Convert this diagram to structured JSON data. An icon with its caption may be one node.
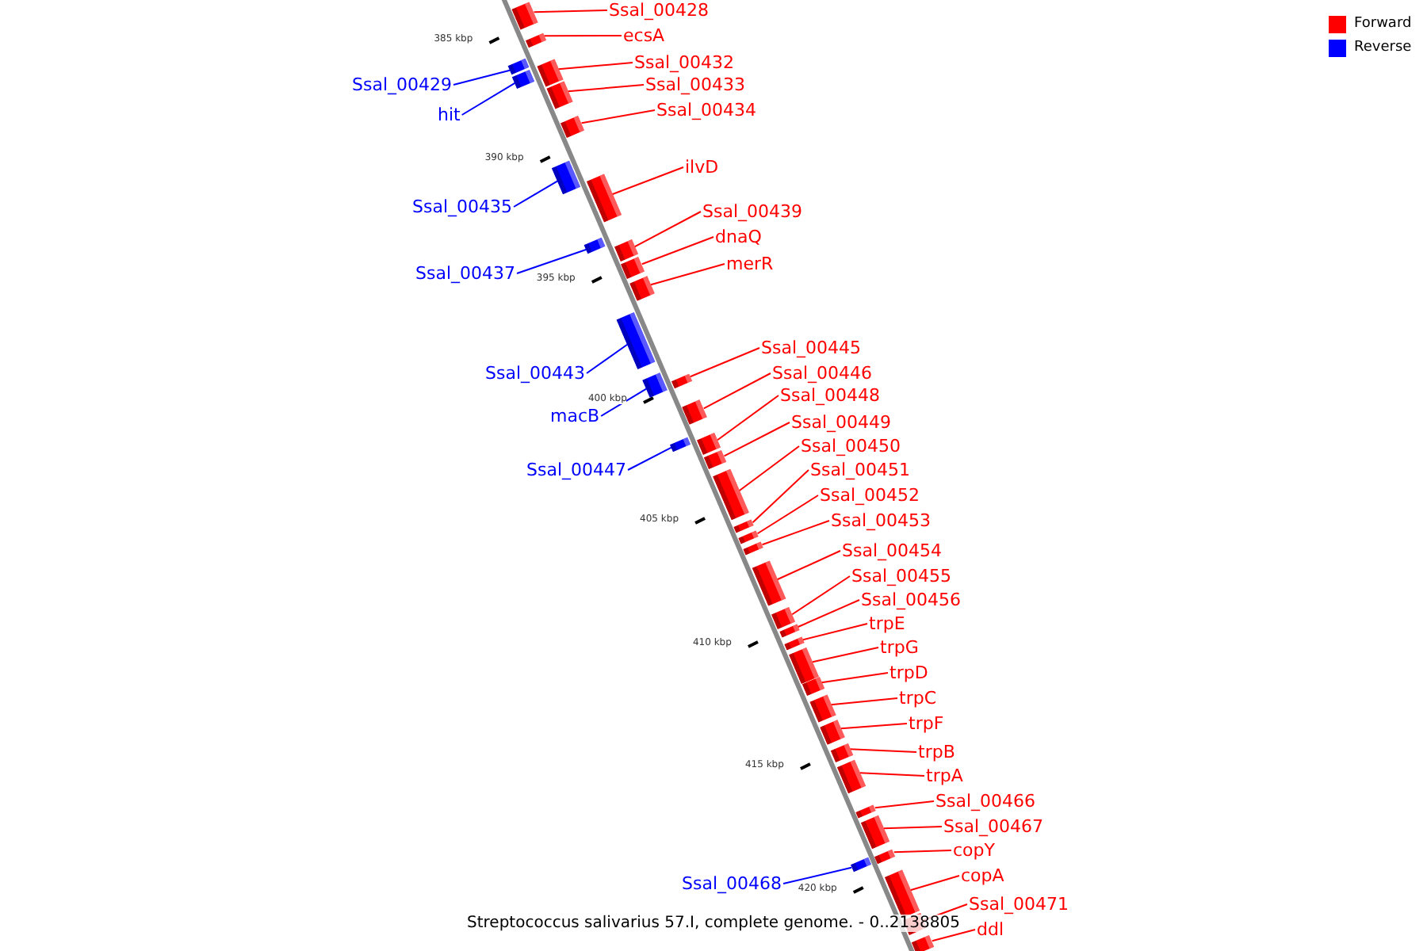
{
  "diagram": {
    "caption": "Streptococcus salivarius 57.I, complete genome. - 0..2138805",
    "nodes": [
      {
        "text": [
          "Ssal_00428"
        ]
      },
      {
        "text": [
          "ecsA"
        ]
      },
      {
        "text": [
          "Ssal_00432"
        ]
      },
      {
        "text": [
          "Ssal_00429"
        ]
      },
      {
        "text": [
          "Ssal_00433"
        ]
      },
      {
        "text": [
          "Ssal_00434"
        ]
      },
      {
        "text": [
          "hit"
        ]
      },
      {
        "text": [
          "ilvD"
        ]
      },
      {
        "text": [
          "Ssal_00435"
        ]
      },
      {
        "text": [
          "Ssal_00439"
        ]
      },
      {
        "text": [
          "dnaQ"
        ]
      },
      {
        "text": [
          "merR"
        ]
      },
      {
        "text": [
          "Ssal_00437"
        ]
      },
      {
        "text": [
          "Ssal_00445"
        ]
      },
      {
        "text": [
          "Ssal_00443"
        ]
      },
      {
        "text": [
          "Ssal_00446"
        ]
      },
      {
        "text": [
          "Ssal_00448"
        ]
      },
      {
        "text": [
          "macB"
        ]
      },
      {
        "text": [
          "Ssal_00449"
        ]
      },
      {
        "text": [
          "Ssal_00450"
        ]
      },
      {
        "text": [
          "Ssal_00451"
        ]
      },
      {
        "text": [
          "Ssal_00447"
        ]
      },
      {
        "text": [
          "Ssal_00452"
        ]
      },
      {
        "text": [
          "Ssal_00453"
        ]
      },
      {
        "text": [
          "Ssal_00454"
        ]
      },
      {
        "text": [
          "Ssal_00455"
        ]
      },
      {
        "text": [
          "Ssal_00456"
        ]
      },
      {
        "text": [
          "trpE"
        ]
      },
      {
        "text": [
          "trpG"
        ]
      },
      {
        "text": [
          "trpD"
        ]
      },
      {
        "text": [
          "trpC"
        ]
      },
      {
        "text": [
          "trpF"
        ]
      },
      {
        "text": [
          "trpB"
        ]
      },
      {
        "text": [
          "trpA"
        ]
      },
      {
        "text": [
          "Ssal_00466"
        ]
      },
      {
        "text": [
          "Ssal_00467"
        ]
      },
      {
        "text": [
          "copY"
        ]
      },
      {
        "text": [
          "copA"
        ]
      },
      {
        "text": [
          "Ssal_00468"
        ]
      },
      {
        "text": [
          "Ssal_00471"
        ]
      },
      {
        "text": [
          "ddl"
        ]
      },
      {
        "text": [],
        "shape": "bar"
      },
      {
        "text": [],
        "shape": "bar"
      },
      {
        "text": [],
        "shape": "bar"
      },
      {
        "text": [],
        "shape": "bar"
      },
      {
        "text": [],
        "shape": "bar"
      },
      {
        "text": [],
        "shape": "bar"
      },
      {
        "text": [],
        "shape": "bar"
      },
      {
        "text": [],
        "shape": "bar"
      },
      {
        "text": [],
        "shape": "bar"
      },
      {
        "text": [],
        "shape": "bar"
      },
      {
        "text": [],
        "shape": "bar"
      },
      {
        "text": [],
        "shape": "bar"
      },
      {
        "text": [],
        "shape": "bar"
      },
      {
        "text": [],
        "shape": "bar"
      },
      {
        "text": [],
        "shape": "bar"
      },
      {
        "text": [],
        "shape": "bar"
      },
      {
        "text": [],
        "shape": "bar"
      },
      {
        "text": [],
        "shape": "bar"
      },
      {
        "text": [],
        "shape": "bar"
      },
      {
        "text": [],
        "shape": "bar"
      },
      {
        "text": [],
        "shape": "bar"
      },
      {
        "text": [],
        "shape": "bar"
      },
      {
        "text": [],
        "shape": "bar"
      },
      {
        "text": [],
        "shape": "bar"
      },
      {
        "text": [],
        "shape": "bar"
      },
      {
        "text": [],
        "shape": "bar"
      },
      {
        "text": [],
        "shape": "bar"
      },
      {
        "text": [],
        "shape": "bar"
      },
      {
        "text": [],
        "shape": "bar"
      },
      {
        "text": [],
        "shape": "bar"
      },
      {
        "text": [],
        "shape": "bar"
      },
      {
        "text": [],
        "shape": "bar"
      },
      {
        "text": [],
        "shape": "bar"
      },
      {
        "text": [],
        "shape": "bar"
      },
      {
        "text": [],
        "shape": "bar"
      },
      {
        "text": [],
        "shape": "bar"
      },
      {
        "text": [],
        "shape": "bar"
      },
      {
        "text": [],
        "shape": "bar"
      },
      {
        "text": [],
        "shape": "bar"
      },
      {
        "text": [],
        "shape": "bar"
      },
      {
        "text": [],
        "shape": "bar"
      }
    ],
    "edges": [
      {
        "from": 0,
        "to": 41,
        "arrow": "none"
      },
      {
        "from": 1,
        "to": 42,
        "arrow": "none"
      },
      {
        "from": 2,
        "to": 43,
        "arrow": "none"
      },
      {
        "from": 3,
        "to": 44,
        "arrow": "none",
        "color": "#0000ff"
      },
      {
        "from": 4,
        "to": 45,
        "arrow": "none"
      },
      {
        "from": 5,
        "to": 46,
        "arrow": "none"
      },
      {
        "from": 6,
        "to": 47,
        "arrow": "none",
        "color": "#0000ff"
      },
      {
        "from": 7,
        "to": 48,
        "arrow": "none"
      },
      {
        "from": 8,
        "to": 49,
        "arrow": "none",
        "color": "#0000ff"
      },
      {
        "from": 9,
        "to": 50,
        "arrow": "none"
      },
      {
        "from": 10,
        "to": 51,
        "arrow": "none"
      },
      {
        "from": 11,
        "to": 52,
        "arrow": "none"
      },
      {
        "from": 12,
        "to": 53,
        "arrow": "none",
        "color": "#0000ff"
      },
      {
        "from": 13,
        "to": 54,
        "arrow": "none"
      },
      {
        "from": 14,
        "to": 55,
        "arrow": "none",
        "color": "#0000ff"
      },
      {
        "from": 15,
        "to": 56,
        "arrow": "none"
      },
      {
        "from": 16,
        "to": 57,
        "arrow": "none"
      },
      {
        "from": 17,
        "to": 58,
        "arrow": "none",
        "color": "#0000ff"
      },
      {
        "from": 18,
        "to": 59,
        "arrow": "none"
      },
      {
        "from": 19,
        "to": 60,
        "arrow": "none"
      },
      {
        "from": 20,
        "to": 61,
        "arrow": "none"
      },
      {
        "from": 21,
        "to": 62,
        "arrow": "none",
        "color": "#0000ff"
      },
      {
        "from": 22,
        "to": 63,
        "arrow": "none"
      },
      {
        "from": 23,
        "to": 64,
        "arrow": "none"
      },
      {
        "from": 24,
        "to": 65,
        "arrow": "none"
      },
      {
        "from": 25,
        "to": 66,
        "arrow": "none"
      },
      {
        "from": 26,
        "to": 67,
        "arrow": "none"
      },
      {
        "from": 27,
        "to": 68,
        "arrow": "none"
      },
      {
        "from": 28,
        "to": 69,
        "arrow": "none"
      },
      {
        "from": 29,
        "to": 70,
        "arrow": "none"
      },
      {
        "from": 30,
        "to": 71,
        "arrow": "none"
      },
      {
        "from": 31,
        "to": 72,
        "arrow": "none"
      },
      {
        "from": 32,
        "to": 73,
        "arrow": "none"
      },
      {
        "from": 33,
        "to": 74,
        "arrow": "none"
      },
      {
        "from": 34,
        "to": 75,
        "arrow": "none"
      },
      {
        "from": 35,
        "to": 76,
        "arrow": "none"
      },
      {
        "from": 36,
        "to": 77,
        "arrow": "none"
      },
      {
        "from": 37,
        "to": 78,
        "arrow": "none"
      },
      {
        "from": 38,
        "to": 79,
        "arrow": "none",
        "color": "#0000ff"
      },
      {
        "from": 39,
        "to": 80,
        "arrow": "none"
      },
      {
        "from": 40,
        "to": 81,
        "arrow": "none"
      }
    ],
    "labels": [
      "385 kbp",
      "390 kbp",
      "395 kbp",
      "400 kbp",
      "405 kbp",
      "410 kbp",
      "415 kbp",
      "420 kbp"
    ],
    "legend": [
      {
        "text": "Forward",
        "color": "#ff0000"
      },
      {
        "text": "Reverse",
        "color": "#0000ff"
      }
    ]
  }
}
